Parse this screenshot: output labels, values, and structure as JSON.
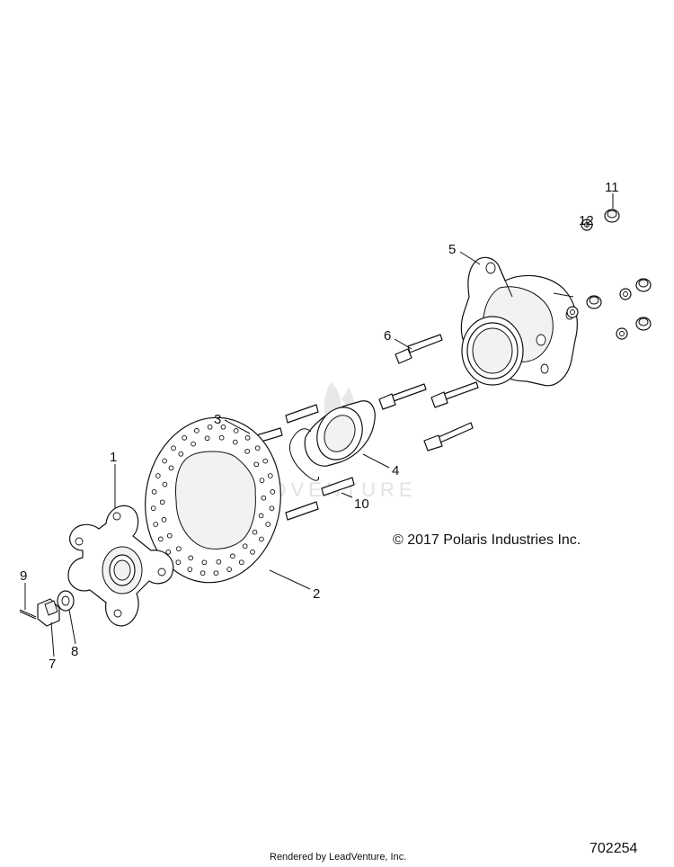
{
  "callouts": [
    {
      "id": "1",
      "text": "1"
    },
    {
      "id": "2",
      "text": "2"
    },
    {
      "id": "3",
      "text": "3"
    },
    {
      "id": "4",
      "text": "4"
    },
    {
      "id": "5",
      "text": "5"
    },
    {
      "id": "6",
      "text": "6"
    },
    {
      "id": "7",
      "text": "7"
    },
    {
      "id": "8",
      "text": "8"
    },
    {
      "id": "9",
      "text": "9"
    },
    {
      "id": "10",
      "text": "10"
    },
    {
      "id": "11",
      "text": "11"
    },
    {
      "id": "12",
      "text": "12"
    }
  ],
  "copyright": "© 2017 Polaris Industries Inc.",
  "watermark": "LEADVENTURE",
  "footer": {
    "rendered_by": "Rendered by LeadVenture, Inc.",
    "diagram_number": "702254"
  }
}
